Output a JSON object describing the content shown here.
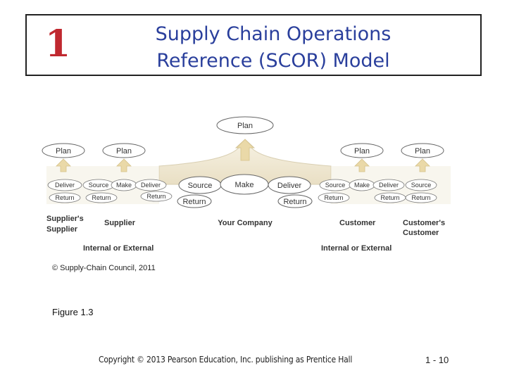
{
  "header": {
    "chapter_number": "1",
    "title_line1": "Supply Chain Operations",
    "title_line2": "Reference (SCOR) Model"
  },
  "diagram": {
    "plan_top": "Plan",
    "plans": [
      "Plan",
      "Plan",
      "Plan",
      "Plan"
    ],
    "supplier_row": {
      "deliver": "Deliver",
      "source": "Source",
      "make": "Make",
      "deliver2": "Deliver"
    },
    "supplier_return_row": {
      "return_left": "Return",
      "return_mid": "Return",
      "return_right": "Return"
    },
    "company": {
      "source": "Source",
      "make": "Make",
      "deliver": "Deliver",
      "return_left": "Return",
      "return_right": "Return"
    },
    "customer_row": {
      "source": "Source",
      "make": "Make",
      "deliver": "Deliver",
      "source2": "Source"
    },
    "customer_return_row": {
      "return_left": "Return",
      "return_mid": "Return",
      "return_right": "Return"
    },
    "labels": {
      "suppliers_supplier_1": "Supplier's",
      "suppliers_supplier_2": "Supplier",
      "supplier": "Supplier",
      "your_company": "Your Company",
      "customer": "Customer",
      "customers_customer_1": "Customer's",
      "customers_customer_2": "Customer",
      "internal_external_left": "Internal or External",
      "internal_external_right": "Internal or External"
    },
    "credit": "© Supply-Chain Council, 2011"
  },
  "figure_label": "Figure 1.3",
  "footer": {
    "copyright": "Copyright © 2013 Pearson Education, Inc. publishing as Prentice Hall",
    "page": "1 - 10"
  }
}
